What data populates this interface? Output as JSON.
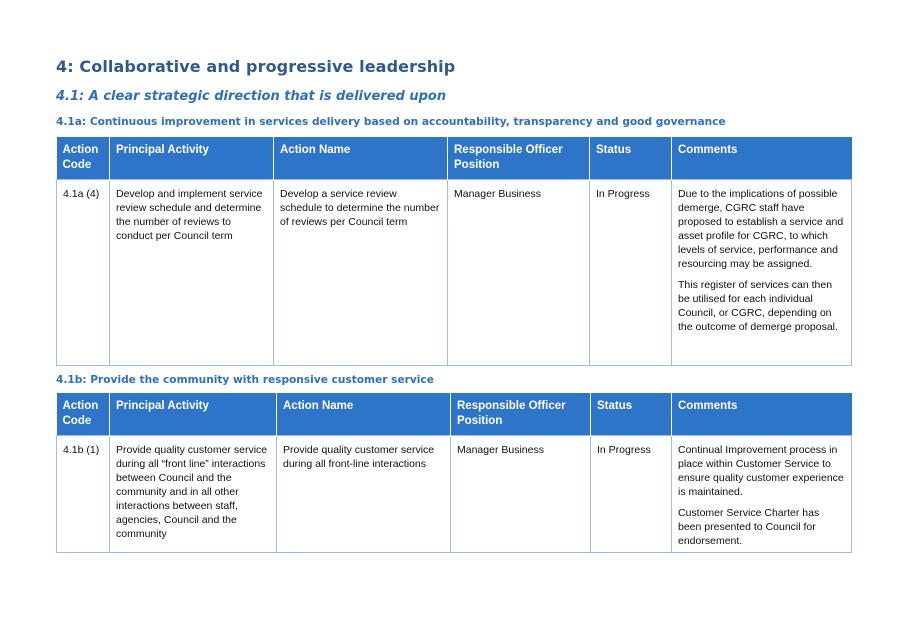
{
  "heading_main": "4: Collaborative and progressive leadership",
  "heading_sub": "4.1: A clear strategic direction that is delivered upon",
  "columns": [
    "Action Code",
    "Principal Activity",
    "Action Name",
    "Responsible Officer Position",
    "Status",
    "Comments"
  ],
  "section_a": {
    "title": "4.1a: Continuous improvement in services delivery based on accountability, transparency and good governance",
    "row": {
      "code": "4.1a (4)",
      "activity": "Develop and implement service review schedule and determine the number of reviews to conduct per Council term",
      "action": "Develop a service review schedule to determine the number of reviews per Council term",
      "officer": "Manager Business",
      "status": "In Progress",
      "comments": [
        "Due to the implications of possible demerge, CGRC staff have proposed to establish a service and asset profile for CGRC, to which levels of service, performance and resourcing may be assigned.",
        "This register of services can then be utilised for each individual Council, or CGRC, depending on the outcome of demerge proposal."
      ]
    }
  },
  "section_b": {
    "title": "4.1b: Provide the community with responsive customer service",
    "row": {
      "code": "4.1b (1)",
      "activity": "Provide quality customer service during all “front line” interactions between Council and the community and in all other interactions between staff, agencies, Council and the community",
      "action": "Provide quality customer service during all front-line interactions",
      "officer": "Manager Business",
      "status": "In Progress",
      "comments": [
        "Continual Improvement process in place within Customer Service to ensure quality customer experience is maintained.",
        "Customer Service Charter has been presented to Council for endorsement."
      ]
    }
  }
}
